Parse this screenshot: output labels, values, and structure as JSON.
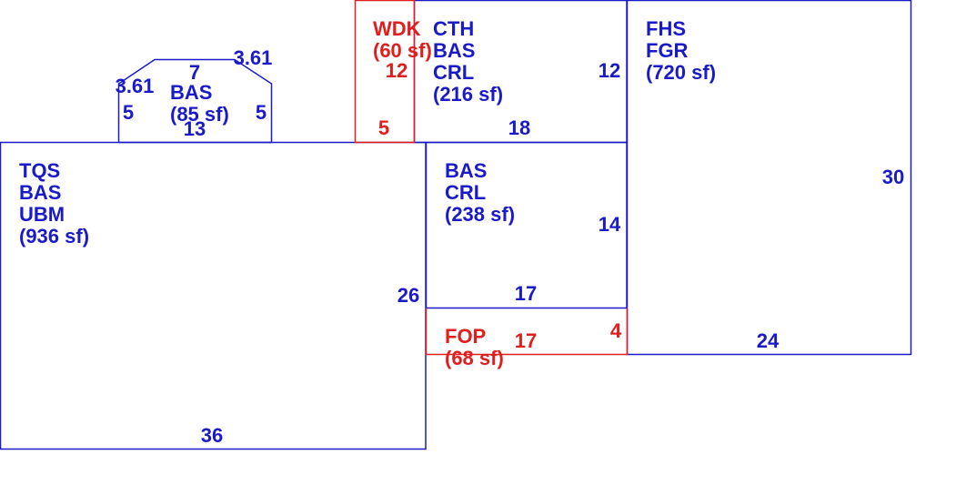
{
  "colors": {
    "blue": "#1a1ac8",
    "red": "#e01e1e"
  },
  "rooms": {
    "main": {
      "codes": [
        "TQS",
        "BAS",
        "UBM"
      ],
      "area": "(936 sf)",
      "dim_bottom": "36",
      "dim_right": "26"
    },
    "bay": {
      "code": "BAS",
      "area": "(85 sf)",
      "dim_top": "7",
      "dim_diag_left": "3.61",
      "dim_diag_right": "3.61",
      "dim_left": "5",
      "dim_right": "5",
      "dim_bottom": "13"
    },
    "deck": {
      "code": "WDK",
      "area": "(60 sf)",
      "dim_side": "12",
      "dim_bottom": "5"
    },
    "upper": {
      "codes": [
        "CTH",
        "BAS",
        "CRL"
      ],
      "area": "(216 sf)",
      "dim_right": "12",
      "dim_bottom": "18"
    },
    "mid": {
      "codes": [
        "BAS",
        "CRL"
      ],
      "area": "(238 sf)",
      "dim_right": "14",
      "dim_bottom": "17"
    },
    "porch": {
      "code": "FOP",
      "area": "(68 sf)",
      "dim_length": "17",
      "dim_right": "4"
    },
    "garage": {
      "codes": [
        "FHS",
        "FGR"
      ],
      "area": "(720 sf)",
      "dim_right": "30",
      "dim_bottom": "24"
    }
  }
}
